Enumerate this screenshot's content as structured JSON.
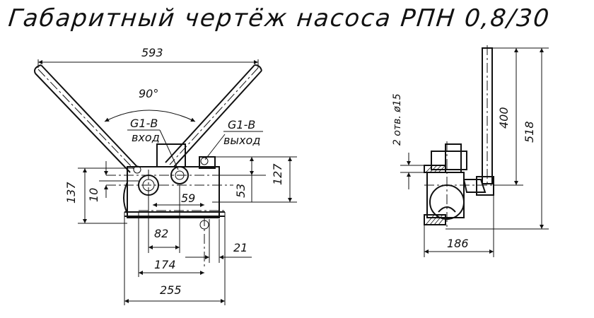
{
  "title": "Габаритный чертёж насоса РПН 0,8/30",
  "dimensions": {
    "width_593": "593",
    "angle_90": "90°",
    "inlet_thread": "G1-B",
    "inlet_label": "вход",
    "outlet_thread": "G1-B",
    "outlet_label": "выход",
    "d_127": "127",
    "d_53": "53",
    "d_137": "137",
    "d_10": "10",
    "d_59": "59",
    "d_82": "82",
    "d_21": "21",
    "d_174": "174",
    "d_255": "255",
    "holes": "2 отв. ø15",
    "d_400": "400",
    "d_518": "518",
    "d_186": "186"
  }
}
